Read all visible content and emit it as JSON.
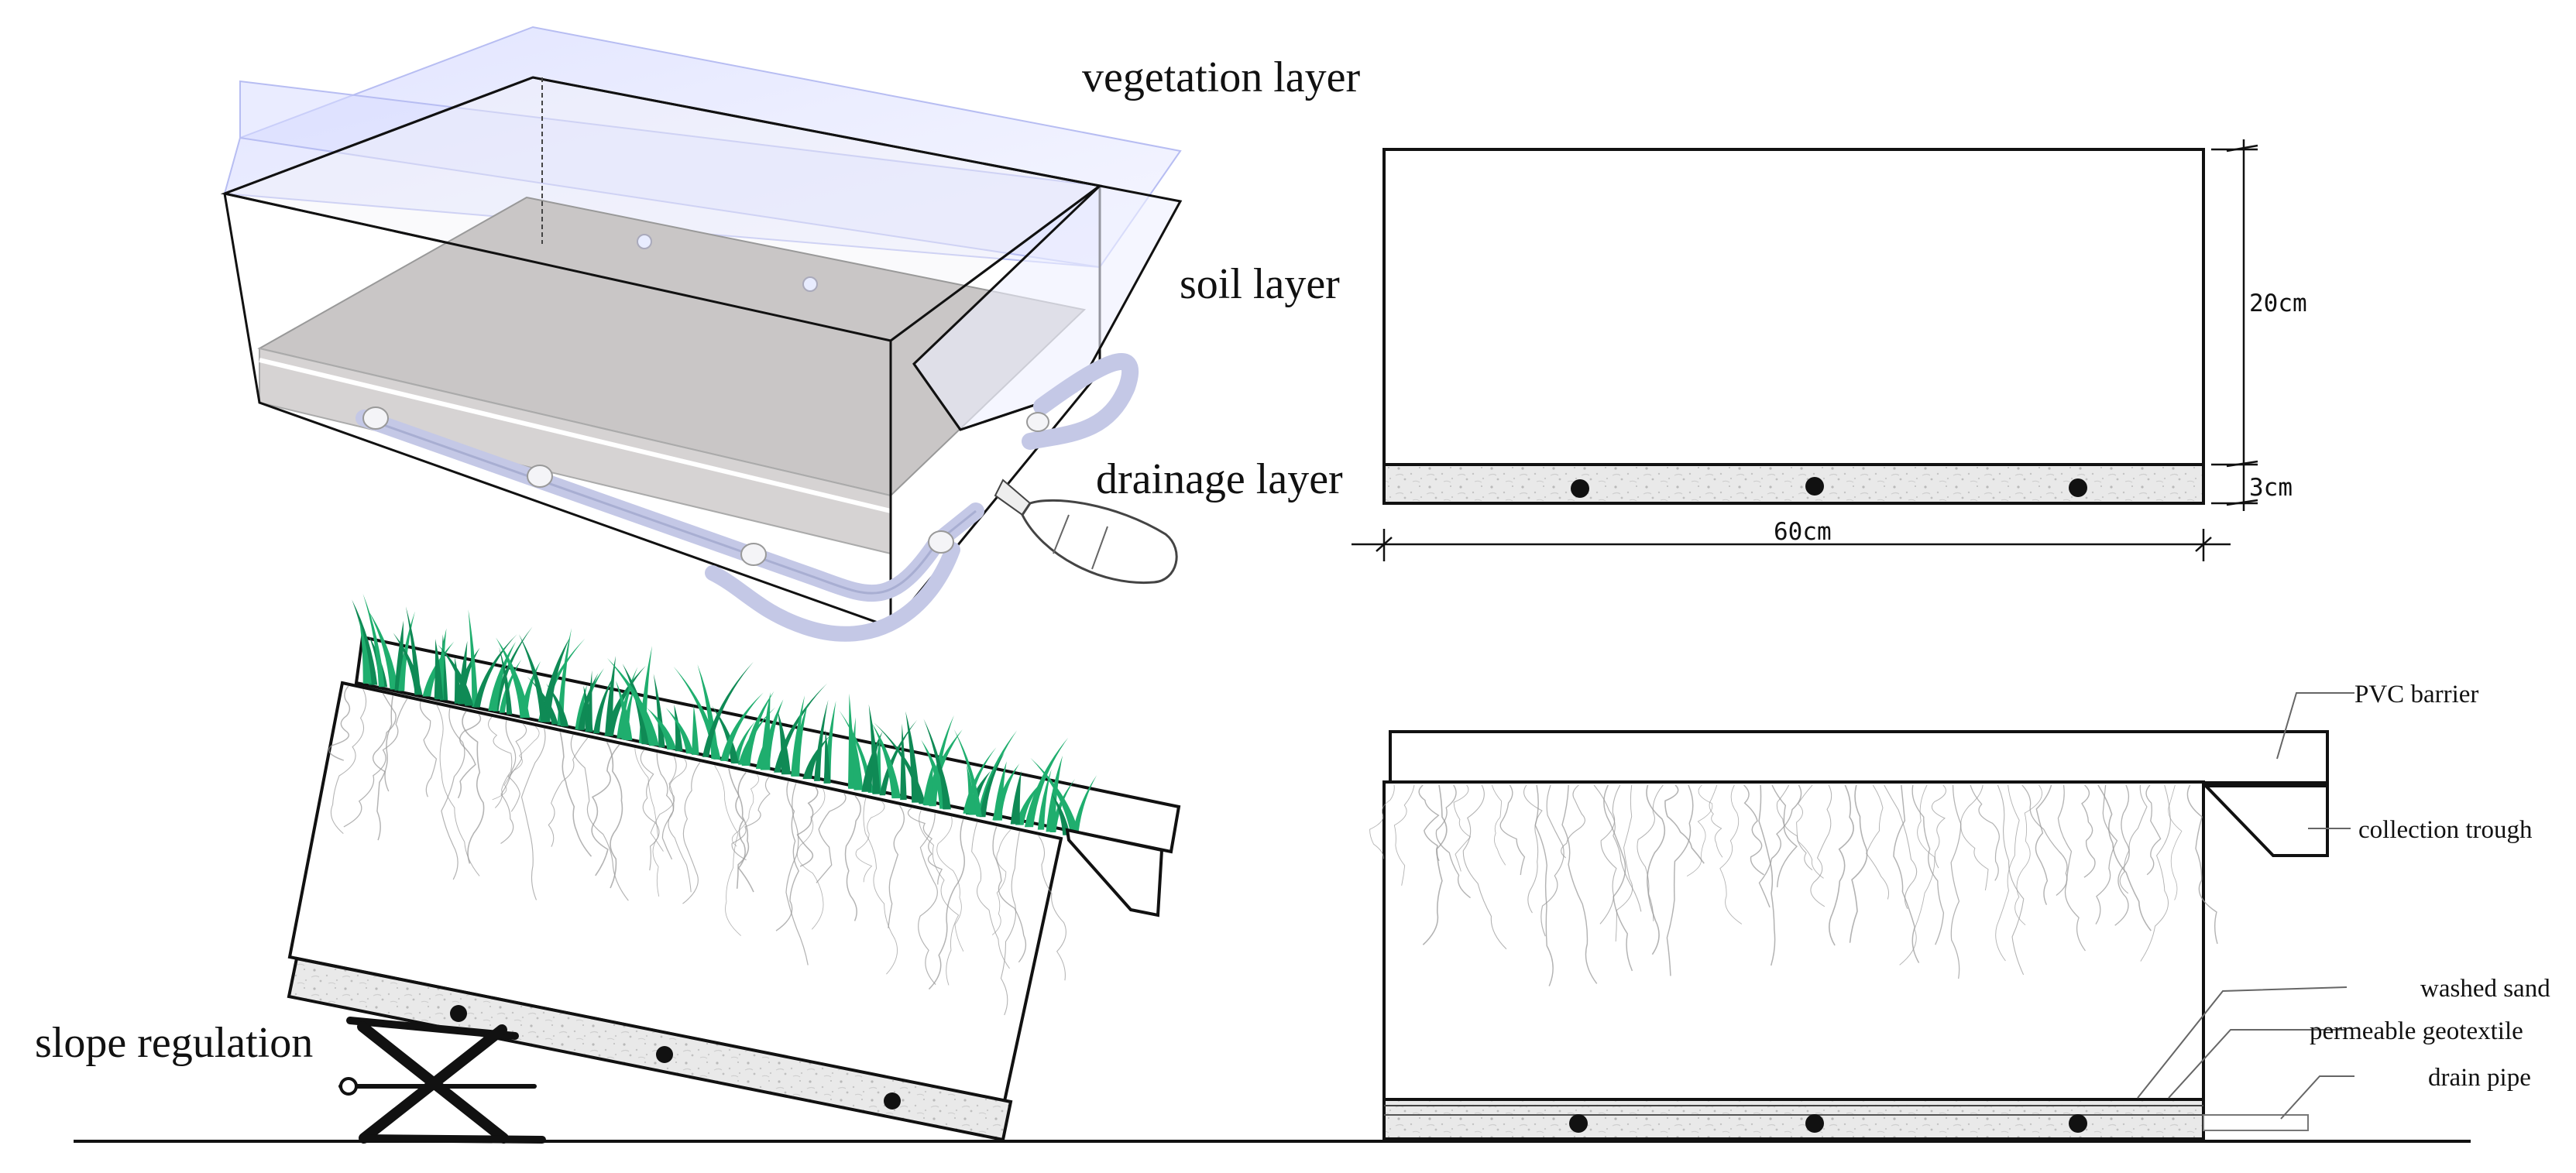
{
  "labels": {
    "vegetation_layer": "vegetation layer",
    "soil_layer": "soil layer",
    "drainage_layer": "drainage layer",
    "slope_regulation": "slope regulation",
    "pvc_barrier": "PVC barrier",
    "collection_trough": "collection trough",
    "washed_sand": "washed sand",
    "permeable_geotextile": "permeable geotextile",
    "drain_pipe": "drain pipe"
  },
  "dimensions": {
    "soil_depth": "20cm",
    "drainage_depth": "3cm",
    "width": "60cm"
  },
  "colors": {
    "grass": "#1fae6e",
    "grass_dark": "#0f8a55",
    "soil_fill": "#cfcfcf",
    "drainage_fill": "#e6e6e6",
    "pvc_barrier": "#c9cdf5",
    "pipe": "#c4c8e6",
    "outline": "#111111"
  }
}
